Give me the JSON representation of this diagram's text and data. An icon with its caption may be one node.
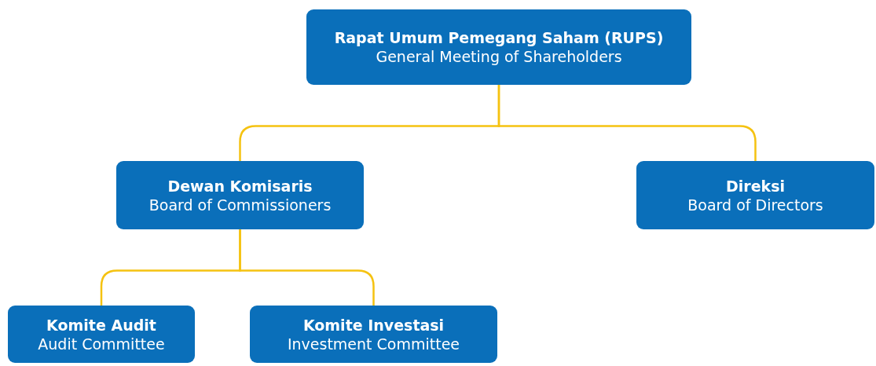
{
  "diagram": {
    "nodes": [
      {
        "text": [
          "Rapat Umum Pemegang Saham (RUPS)",
          "General Meeting of Shareholders"
        ]
      },
      {
        "text": [
          "Dewan Komisaris",
          "Board of Commissioners"
        ]
      },
      {
        "text": [
          "Direksi",
          "Board of Directors"
        ]
      },
      {
        "text": [
          "Komite Audit",
          "Audit Committee"
        ]
      },
      {
        "text": [
          "Komite Investasi",
          "Investment Committee"
        ]
      }
    ],
    "edges": [
      {
        "from": 0,
        "to": 1,
        "arrow": "none"
      },
      {
        "from": 0,
        "to": 2,
        "arrow": "none"
      },
      {
        "from": 1,
        "to": 3,
        "arrow": "none"
      },
      {
        "from": 1,
        "to": 4,
        "arrow": "none"
      }
    ]
  }
}
